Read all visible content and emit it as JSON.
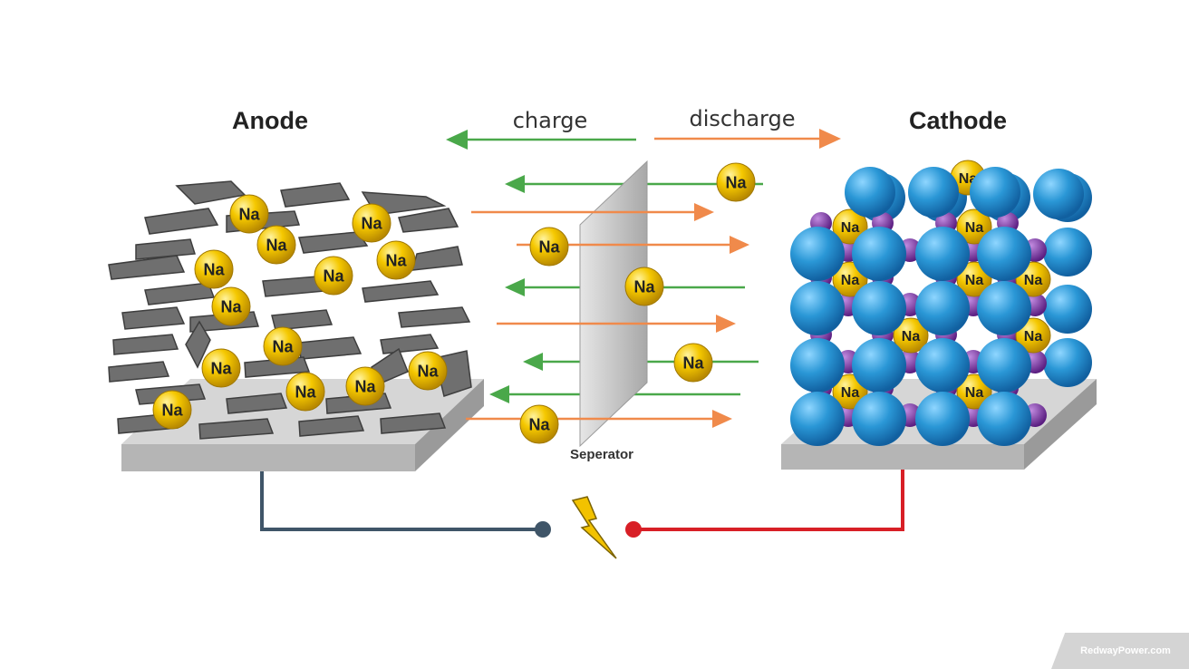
{
  "labels": {
    "anode": "Anode",
    "cathode": "Cathode",
    "charge": "charge",
    "discharge": "discharge",
    "separator": "Seperator",
    "ion": "Na"
  },
  "watermark": "RedwayPower.com",
  "colors": {
    "charge_arrow": "#4aa84a",
    "discharge_arrow": "#f08a4b",
    "ion_fill": "#f2c200",
    "ion_edge": "#c79600",
    "cathode_atom": "#2a97d6",
    "cathode_link": "#7b2fa0",
    "anode_flake": "#6d6d6d",
    "negative_wire": "#3f5568",
    "positive_wire": "#d81f26",
    "bolt": "#f2c200"
  }
}
